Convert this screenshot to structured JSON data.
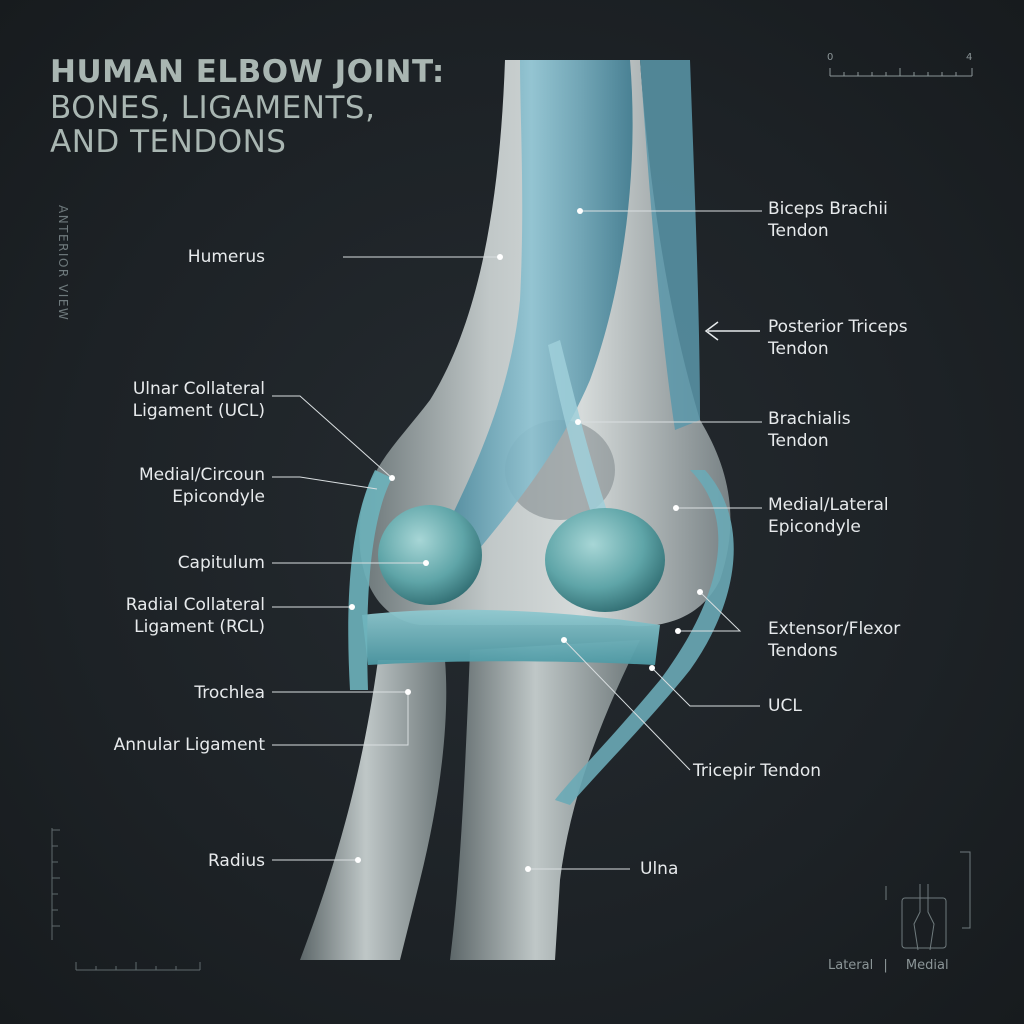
{
  "title": {
    "line1": "HUMAN ELBOW JOINT:",
    "line2": "BONES, LIGAMENTS,",
    "line3": "AND TENDONS"
  },
  "view_label": "ANTERIOR VIEW",
  "scale": {
    "start": "0",
    "end": "4"
  },
  "orientation": {
    "lateral": "Lateral",
    "separator": "|",
    "medial": "Medial"
  },
  "labels": {
    "humerus": "Humerus",
    "ucl_left_1": "Ulnar Collateral",
    "ucl_left_2": "Ligament (UCL)",
    "medial_circoun_1": "Medial/Circoun",
    "medial_circoun_2": "Epicondyle",
    "capitulum": "Capitulum",
    "rcl_1": "Radial Collateral",
    "rcl_2": "Ligament (RCL)",
    "trochlea": "Trochlea",
    "annular": "Annular Ligament",
    "radius": "Radius",
    "biceps_1": "Biceps Brachii",
    "biceps_2": "Tendon",
    "triceps_post_1": "Posterior Triceps",
    "triceps_post_2": "Tendon",
    "brachialis_1": "Brachialis",
    "brachialis_2": "Tendon",
    "med_lat_epi_1": "Medial/Lateral",
    "med_lat_epi_2": "Epicondyle",
    "ext_flex_1": "Extensor/Flexor",
    "ext_flex_2": "Tendons",
    "ucl_right": "UCL",
    "tricepir": "Tricepir Tendon",
    "ulna": "Ulna"
  }
}
